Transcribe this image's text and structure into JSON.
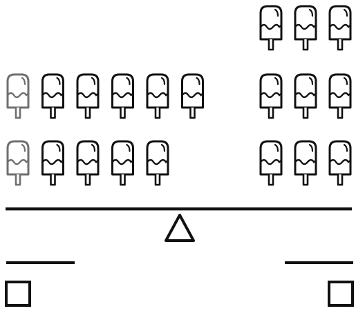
{
  "icons": {
    "item": "popsicle-icon",
    "pivot": "triangle-fulcrum-icon",
    "answer_box": "square-checkbox-icon"
  },
  "colors": {
    "ink": "#111111",
    "light_ink": "#6f6f6f",
    "background": "#ffffff"
  },
  "left_pan": {
    "rows": [
      {
        "count": 6,
        "faded_first": true
      },
      {
        "count": 5,
        "faded_first": true
      }
    ],
    "total": 11
  },
  "right_pan": {
    "rows": [
      {
        "count": 3
      },
      {
        "count": 3
      },
      {
        "count": 3
      }
    ],
    "total": 9
  }
}
